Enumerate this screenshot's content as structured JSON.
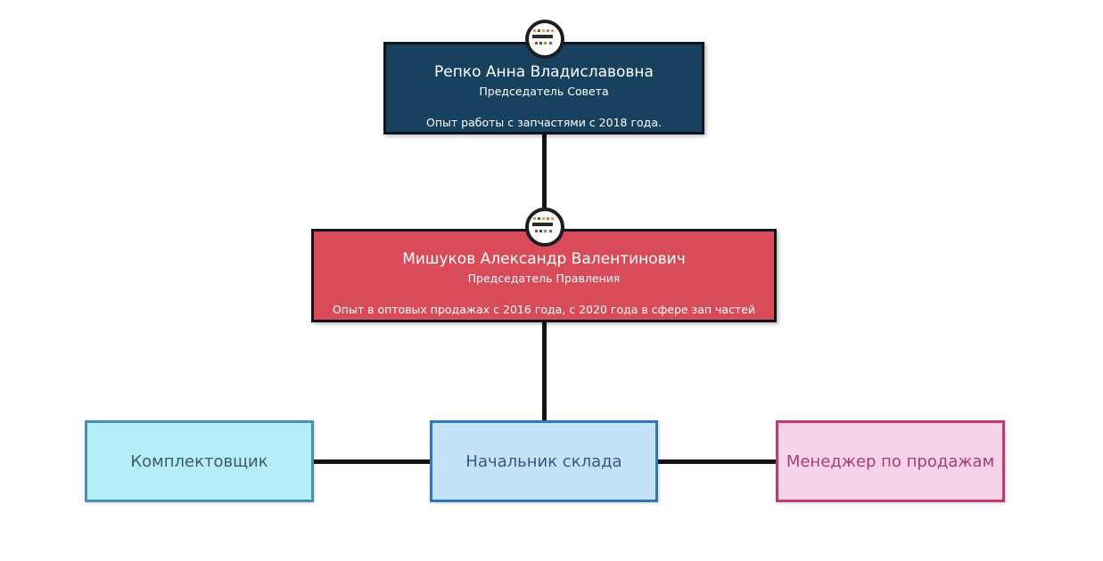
{
  "org_chart": {
    "background": "#ffffff",
    "connector_color": "#141414",
    "nodes": [
      {
        "id": "chairman-of-board",
        "name": "Репко Анна Владиславовна",
        "role": "Председатель Совета",
        "note": "Опыт работы с запчастями с 2018 года.",
        "bg_color": "#17415f",
        "border_color": "#10171c",
        "text_color": "#ffffff",
        "avatar": "parts-photo-avatar"
      },
      {
        "id": "chairman-of-management",
        "name": "Мишуков Александр Валентинович",
        "role": "Председатель Правления",
        "note": "Опыт в оптовых продажах с 2016 года, с 2020 года в сфере зап частей",
        "bg_color": "#d84b58",
        "border_color": "#10171c",
        "text_color": "#ffffff",
        "avatar": "parts-photo-avatar"
      },
      {
        "id": "picker",
        "label": "Комплектовщик",
        "bg_color": "#b5eef8",
        "border_color": "#4a8fad",
        "text_color": "#3d5a6b"
      },
      {
        "id": "warehouse-manager",
        "label": "Начальник склада",
        "bg_color": "#c3e2f7",
        "border_color": "#2e77bd",
        "text_color": "#2f5b82"
      },
      {
        "id": "sales-manager",
        "label": "Менеджер по продажам",
        "bg_color": "#f6d3e8",
        "border_color": "#bf3a70",
        "text_color": "#a83c74"
      }
    ]
  }
}
